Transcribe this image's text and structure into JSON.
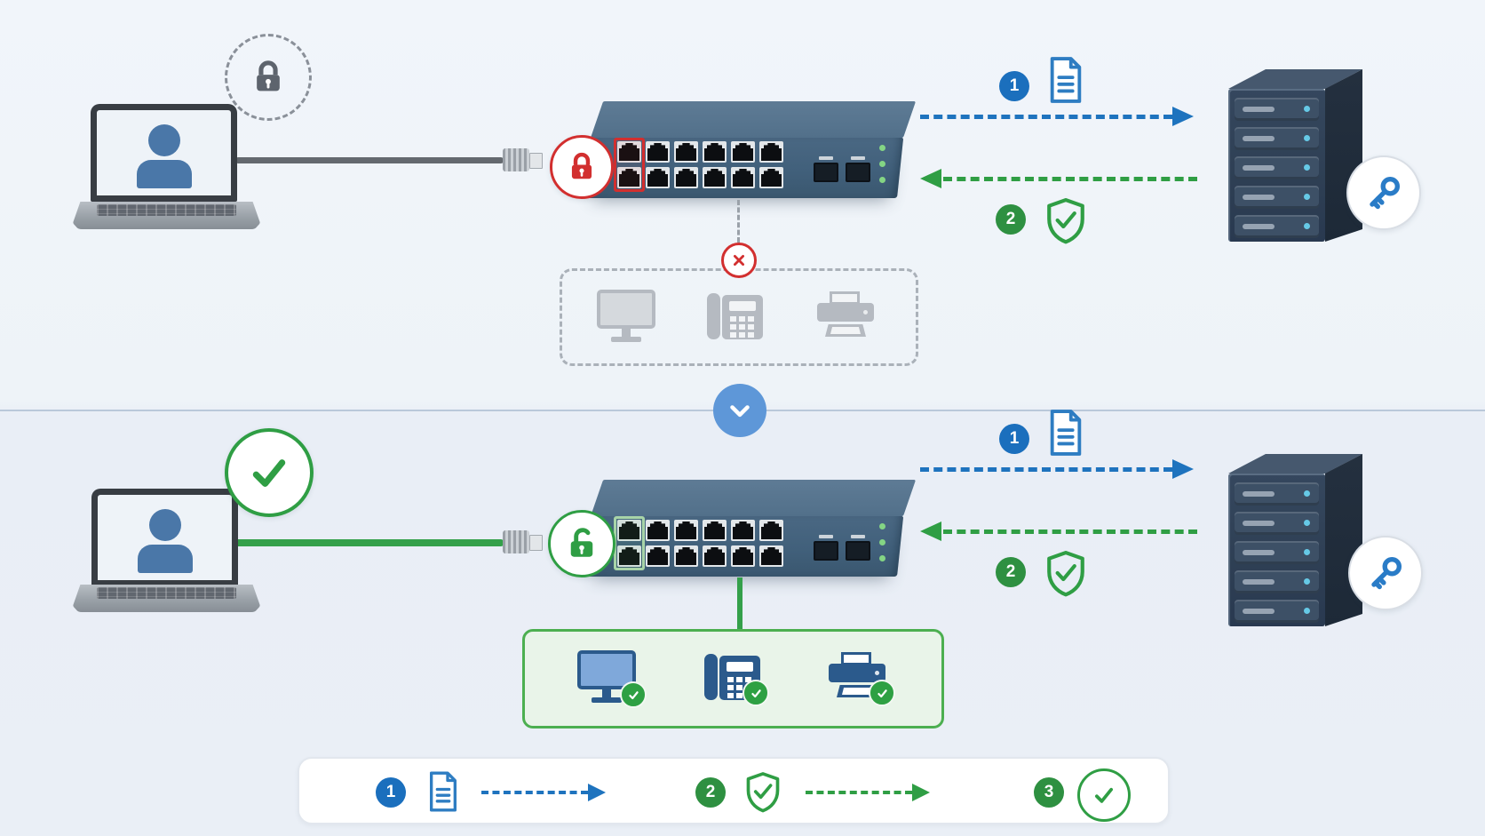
{
  "legend": {
    "steps": [
      {
        "number": "1",
        "icon": "document-icon",
        "arrow": "blue-dashed-right"
      },
      {
        "number": "2",
        "icon": "shield-check-icon",
        "arrow": "green-dashed-right"
      },
      {
        "number": "3",
        "icon": "check-circle-icon"
      }
    ]
  },
  "top_flow": {
    "state_icon": "padlock-locked-gray",
    "port_icon": "padlock-locked-red",
    "request_badge": "1",
    "request_icon": "document-icon",
    "response_badge": "2",
    "response_icon": "shield-check-icon",
    "blocked_icon": "x-circle-icon",
    "devices": [
      "monitor",
      "desk-phone",
      "printer"
    ],
    "device_state": "blocked"
  },
  "bottom_flow": {
    "state_icon": "check-circle-icon",
    "port_icon": "padlock-unlocked-green",
    "request_badge": "1",
    "request_icon": "document-icon",
    "response_badge": "2",
    "response_icon": "shield-check-icon",
    "devices": [
      "monitor",
      "desk-phone",
      "printer"
    ],
    "device_state": "allowed"
  },
  "switchgear": {
    "port_columns": 6,
    "port_rows": 2,
    "sfp_ports": 2,
    "status_leds": 3
  },
  "server": {
    "drive_bays": 5,
    "badge_icon": "key-icon"
  },
  "colors": {
    "blue": "#1b6fbd",
    "green": "#2f9e44",
    "bright_green": "#34a04a",
    "red": "#d22f2f",
    "switch_body": "#42607b",
    "server_body": "#33445a",
    "chevron_circle": "#5e97d8",
    "cable_gray": "#64696f",
    "background": "#eef3f8"
  }
}
